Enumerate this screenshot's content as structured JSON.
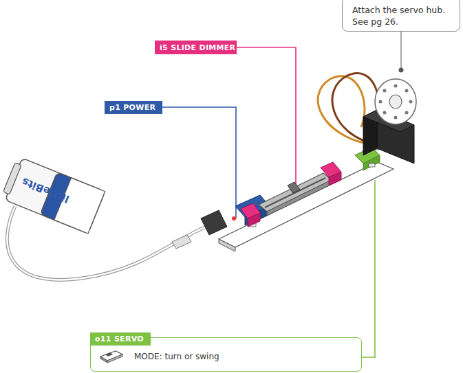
{
  "diagram": {
    "nodes": [
      {
        "text": [
          "Attach the servo hub. See pg 26."
        ]
      },
      {
        "text": [
          "i5 SLIDE DIMMER"
        ]
      },
      {
        "text": [
          "p1 POWER"
        ]
      },
      {
        "text": [
          "o11 SERVO",
          "MODE: turn or swing"
        ]
      }
    ],
    "labels": [
      "littleBits"
    ]
  }
}
